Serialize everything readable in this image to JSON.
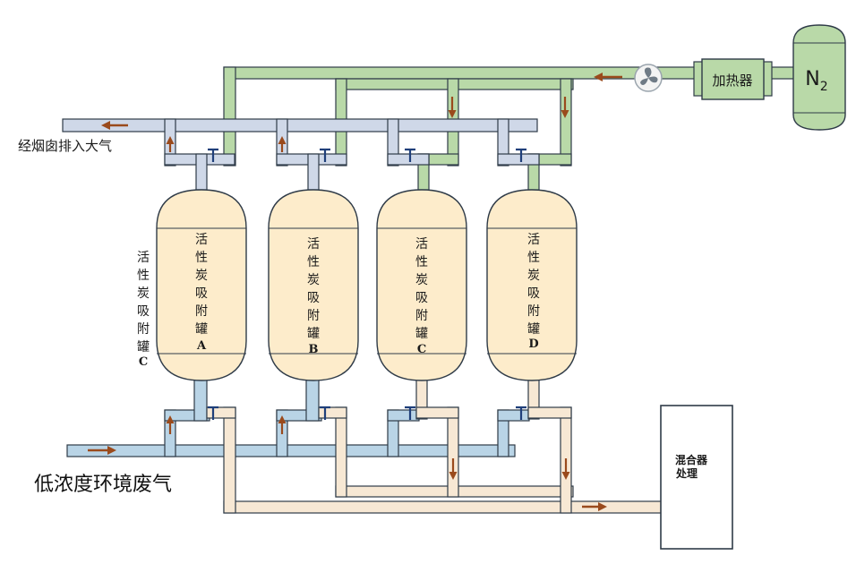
{
  "labels": {
    "exhaust": "经烟囱排入大气",
    "inlet": "低浓度环境废气",
    "heater": "加热器",
    "n2_main": "N",
    "n2_sub": "2",
    "side_label": [
      "活",
      "性",
      "炭",
      "吸",
      "附",
      "罐",
      "C"
    ],
    "mixer": [
      "混合器",
      "处理"
    ]
  },
  "tanks": [
    {
      "id": "A",
      "chars": [
        "活",
        "性",
        "炭",
        "吸",
        "附",
        "罐"
      ],
      "letter": "A"
    },
    {
      "id": "B",
      "chars": [
        "活",
        "性",
        "炭",
        "吸",
        "附",
        "罐"
      ],
      "letter": "B"
    },
    {
      "id": "C",
      "chars": [
        "活",
        "性",
        "炭",
        "吸",
        "附",
        "罐"
      ],
      "letter": "C"
    },
    {
      "id": "D",
      "chars": [
        "活",
        "性",
        "炭",
        "吸",
        "附",
        "罐"
      ],
      "letter": "D"
    }
  ],
  "colors": {
    "gas_pipe": "#cfd8e8",
    "inlet_pipe": "#b9d4e6",
    "n2_pipe": "#b9d9a8",
    "outlet_pipe": "#f7e8d4",
    "tank_fill": "#fdeccb",
    "outline": "#2f3b48",
    "arrow": "#9a4a1c"
  }
}
